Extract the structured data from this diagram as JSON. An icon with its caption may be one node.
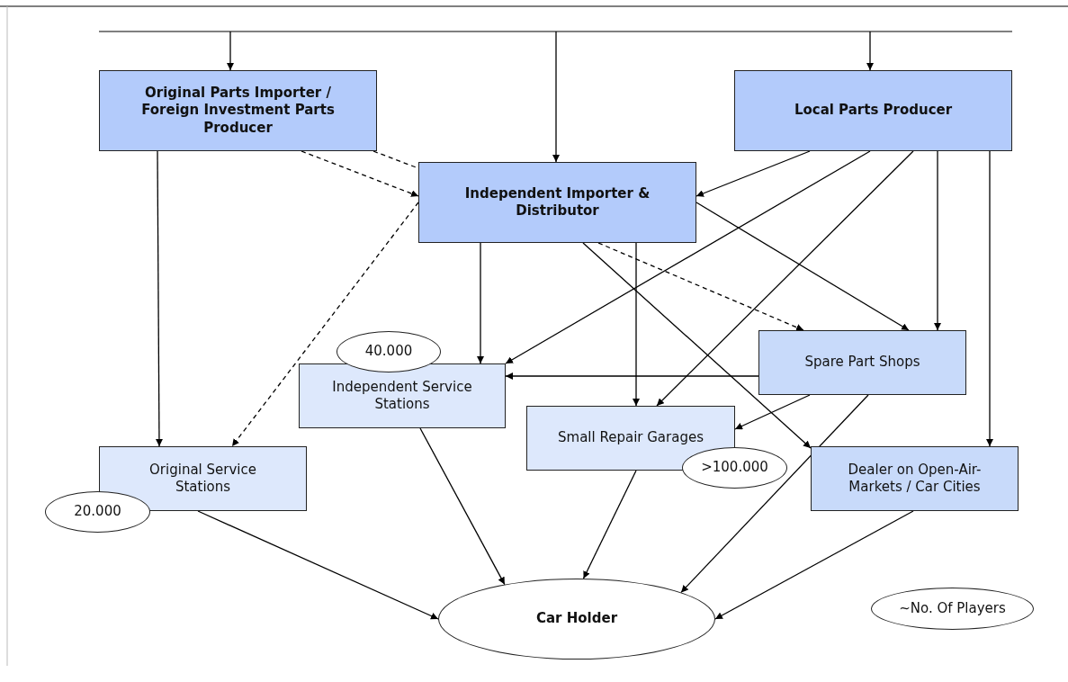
{
  "diagram": {
    "nodes": [
      {
        "text": [
          "Original Parts Importer / Foreign Investment Parts Producer"
        ]
      },
      {
        "text": [
          "Local Parts Producer"
        ]
      },
      {
        "text": [
          "Independent Importer & Distributor"
        ]
      },
      {
        "text": [
          "Spare Part Shops"
        ]
      },
      {
        "text": [
          "40.000"
        ]
      },
      {
        "text": [
          "Independent Service Stations"
        ]
      },
      {
        "text": [
          "Small Repair Garages"
        ]
      },
      {
        "text": [
          "Original Service Stations"
        ]
      },
      {
        "text": [
          ">100.000"
        ]
      },
      {
        "text": [
          "Dealer on Open-Air-Markets / Car Cities"
        ]
      },
      {
        "text": [
          "20.000"
        ]
      },
      {
        "text": [
          "Car Holder"
        ]
      },
      {
        "text": [
          "~No. Of Players"
        ]
      }
    ],
    "edges": [
      {
        "from": null,
        "to": 0,
        "arrow": "to"
      },
      {
        "from": null,
        "to": 2,
        "arrow": "to"
      },
      {
        "from": null,
        "to": 1,
        "arrow": "to"
      },
      {
        "from": 0,
        "to": 7,
        "arrow": "to"
      },
      {
        "from": 0,
        "to": 2,
        "arrow": "to",
        "style": "dashed"
      },
      {
        "from": 0,
        "to": 2,
        "arrow": "none",
        "style": "dashed"
      },
      {
        "from": 2,
        "to": 3,
        "arrow": "to",
        "style": "dashed"
      },
      {
        "from": 2,
        "to": 7,
        "arrow": "to",
        "style": "dashed"
      },
      {
        "from": 1,
        "to": 2,
        "arrow": "to"
      },
      {
        "from": 1,
        "to": 5,
        "arrow": "to"
      },
      {
        "from": 1,
        "to": 6,
        "arrow": "to"
      },
      {
        "from": 1,
        "to": 3,
        "arrow": "to"
      },
      {
        "from": 1,
        "to": 9,
        "arrow": "to"
      },
      {
        "from": 2,
        "to": 5,
        "arrow": "to"
      },
      {
        "from": 2,
        "to": 6,
        "arrow": "to"
      },
      {
        "from": 2,
        "to": 9,
        "arrow": "to"
      },
      {
        "from": 2,
        "to": 3,
        "arrow": "to"
      },
      {
        "from": 3,
        "to": 5,
        "arrow": "to"
      },
      {
        "from": 3,
        "to": 6,
        "arrow": "to"
      },
      {
        "from": 3,
        "to": 11,
        "arrow": "to"
      },
      {
        "from": 5,
        "to": 11,
        "arrow": "to"
      },
      {
        "from": 6,
        "to": 11,
        "arrow": "to"
      },
      {
        "from": 7,
        "to": 11,
        "arrow": "to"
      },
      {
        "from": 9,
        "to": 11,
        "arrow": "to"
      }
    ]
  }
}
